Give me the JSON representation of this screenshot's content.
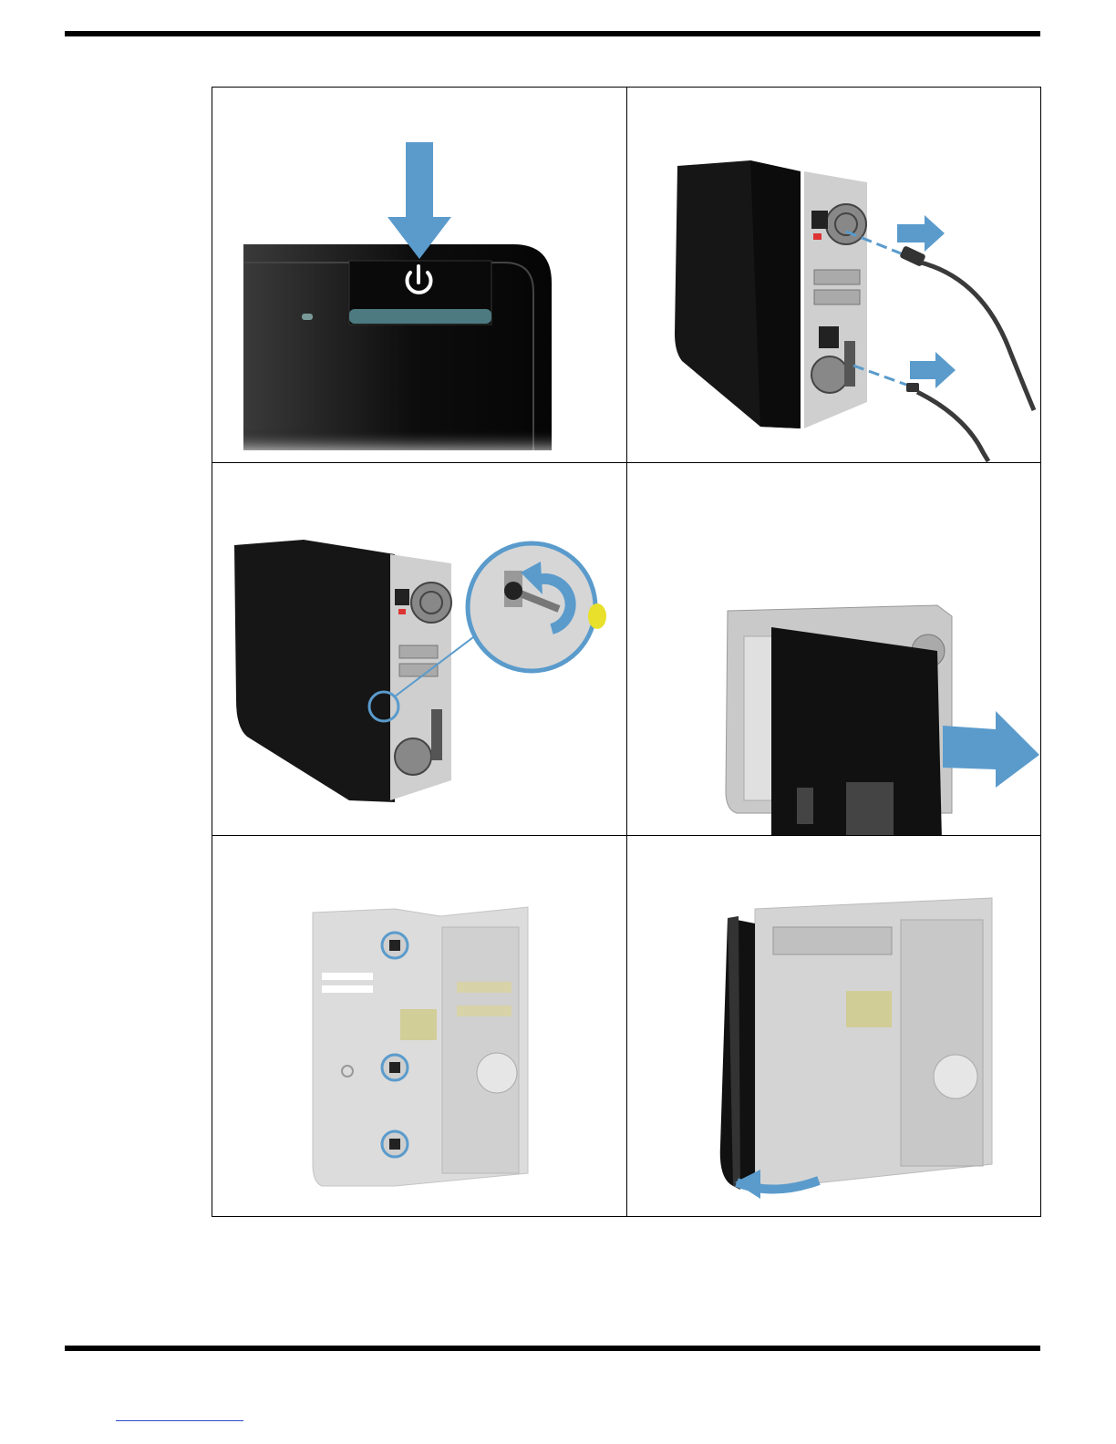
{
  "page": {
    "accent_blue": "#5a9bcc",
    "case_black": "#1a1a1a",
    "case_gray": "#bdbdbd"
  },
  "steps": [
    {
      "illustration": "power-button-press",
      "icon": "power-icon"
    },
    {
      "illustration": "disconnect-cables",
      "icon": "arrow-right-icon"
    },
    {
      "illustration": "loosen-thumbscrew",
      "icon": "rotate-arrow-icon"
    },
    {
      "illustration": "slide-side-panel-off",
      "icon": "arrow-right-icon"
    },
    {
      "illustration": "front-bezel-tabs",
      "icon": "tab-highlight-icon"
    },
    {
      "illustration": "remove-front-bezel",
      "icon": "curved-arrow-icon"
    }
  ]
}
